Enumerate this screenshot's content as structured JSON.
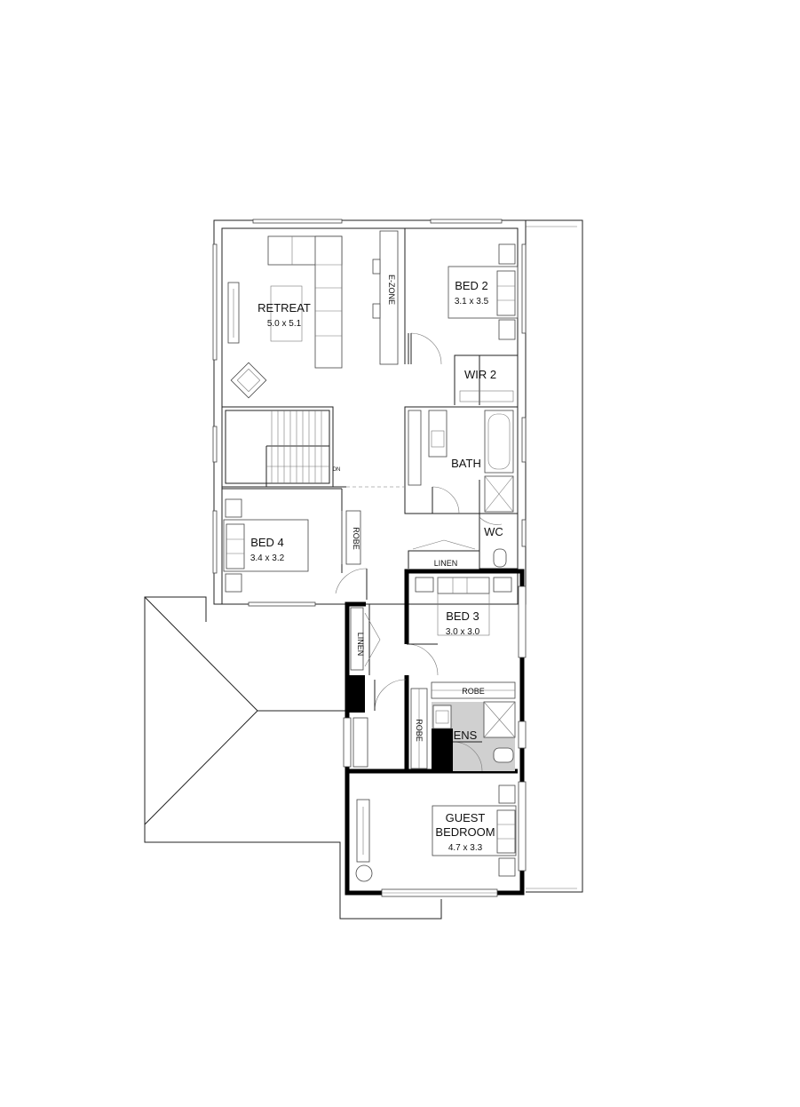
{
  "labels": {
    "retreat": "RETREAT",
    "retreat_dim": "5.0 x 5.1",
    "ezone": "E-ZONE",
    "bed2": "BED 2",
    "bed2_dim": "3.1 x 3.5",
    "wir2": "WIR 2",
    "bath": "BATH",
    "wc": "WC",
    "linen_top": "LINEN",
    "bed4": "BED 4",
    "bed4_dim": "3.4 x 3.2",
    "robe_bed4": "ROBE",
    "dn": "DN",
    "bed3": "BED 3",
    "bed3_dim": "3.0 x 3.0",
    "linen_side": "LINEN",
    "robe_bed3": "ROBE",
    "robe_guest": "ROBE",
    "ens": "ENS",
    "guest_line1": "GUEST",
    "guest_line2": "BEDROOM",
    "guest_dim": "4.7 x 3.3"
  },
  "colors": {
    "wall": "#000000",
    "linework": "#222222",
    "ensuite_fill": "#d0d0d0"
  }
}
